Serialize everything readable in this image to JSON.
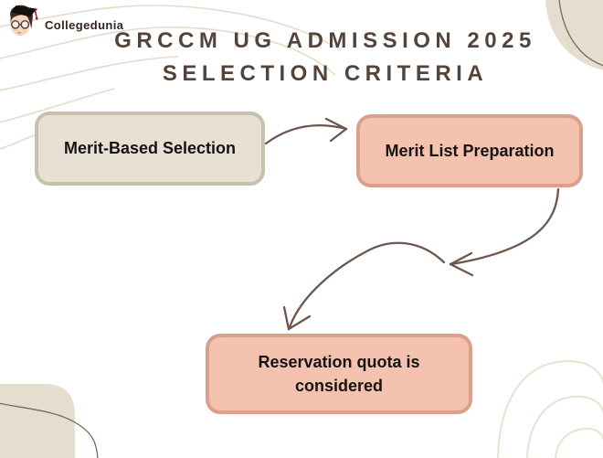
{
  "brand": {
    "name": "Collegedunia",
    "mascot_icon": "collegedunia-mascot-icon"
  },
  "title": {
    "line1": "GRCCM UG ADMISSION 2025",
    "line2": "SELECTION CRITERIA",
    "color": "#55433a"
  },
  "flowchart": {
    "type": "flowchart",
    "nodes": [
      {
        "id": "node-1",
        "label": "Merit-Based Selection",
        "fill": "#e8e1d3",
        "border": "#c7c0ac"
      },
      {
        "id": "node-2",
        "label": "Merit List Preparation",
        "fill": "#f4c2ae",
        "border": "#dba08c"
      },
      {
        "id": "node-3",
        "label": "Reservation quota is considered",
        "fill": "#f4c2ae",
        "border": "#dba08c"
      }
    ],
    "connections": [
      {
        "from": "node-1",
        "to": "node-2",
        "style": "curved-arrow"
      },
      {
        "from": "node-2",
        "to": "node-3",
        "style": "two-segment-curved-arrow"
      }
    ],
    "arrow_color": "#6b574d"
  },
  "background": {
    "decor_blob_color": "#e5decf",
    "faint_swirl_color": "#e4dccb",
    "thin_line_color": "#7c685c"
  }
}
